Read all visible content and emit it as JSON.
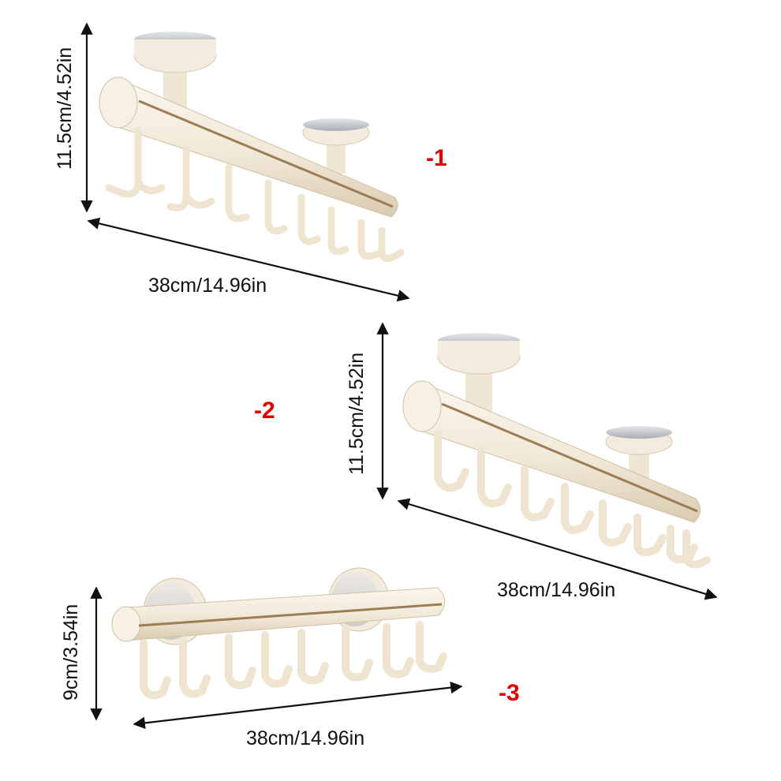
{
  "colors": {
    "product": "#f1e8d8",
    "product_shade": "#d9cbb0",
    "groove": "#9c7d54",
    "suction_cap": "#c9ccd0",
    "dimension_line": "#111111",
    "variant_label": "#e00000"
  },
  "rack1": {
    "variant": "-1",
    "height_label": "11.5cm/4.52in",
    "width_label": "38cm/14.96in",
    "hooks": 8
  },
  "rack2": {
    "variant": "-2",
    "height_label": "11.5cm/4.52in",
    "width_label": "38cm/14.96in",
    "hooks": 8
  },
  "rack3": {
    "variant": "-3",
    "height_label": "9cm/3.54in",
    "width_label": "38cm/14.96in",
    "hooks": 8
  }
}
